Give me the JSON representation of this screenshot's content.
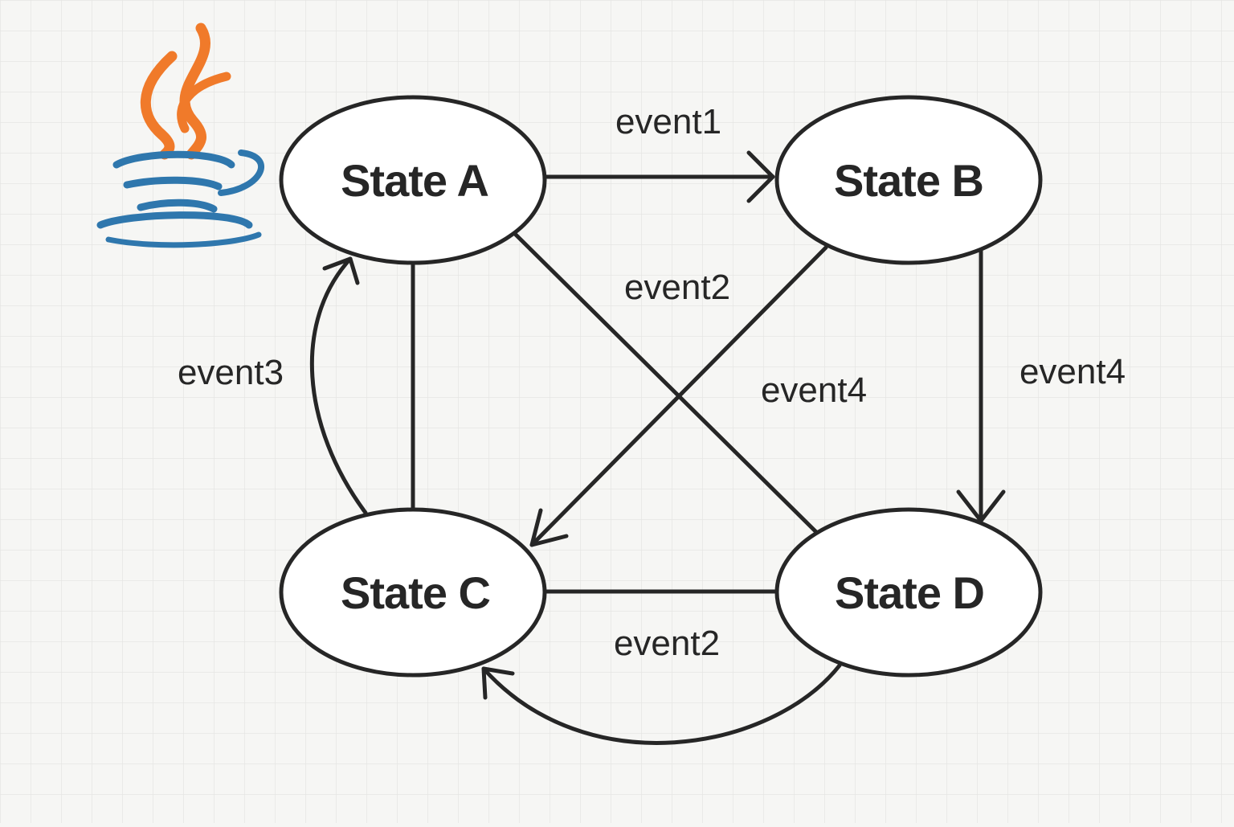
{
  "diagram": {
    "type": "state-machine",
    "colors": {
      "background": "#f6f6f4",
      "grid": "#e5e5e3",
      "stroke": "#262626",
      "node_fill": "#ffffff",
      "logo_flame": "#f07a2a",
      "logo_cup": "#2f77ad"
    },
    "logo": {
      "icon": "java-logo-icon"
    },
    "states": {
      "a": "State A",
      "b": "State B",
      "c": "State C",
      "d": "State D"
    },
    "transitions": [
      {
        "from": "State A",
        "to": "State B",
        "label": "event1"
      },
      {
        "from": "State A",
        "to": "State D",
        "label": "event2"
      },
      {
        "from": "State C",
        "to": "State A",
        "label": "event3"
      },
      {
        "from": "State B",
        "to": "State C",
        "label": "event4"
      },
      {
        "from": "State B",
        "to": "State D",
        "label": "event4"
      },
      {
        "from": "State D",
        "to": "State C",
        "label": "event2"
      },
      {
        "from": "State A",
        "to": "State C",
        "label": ""
      },
      {
        "from": "State C",
        "to": "State D",
        "label": ""
      }
    ],
    "edge_labels": {
      "ab": "event1",
      "ad": "event2",
      "ca": "event3",
      "bc": "event4",
      "bd": "event4",
      "dc": "event2"
    }
  }
}
